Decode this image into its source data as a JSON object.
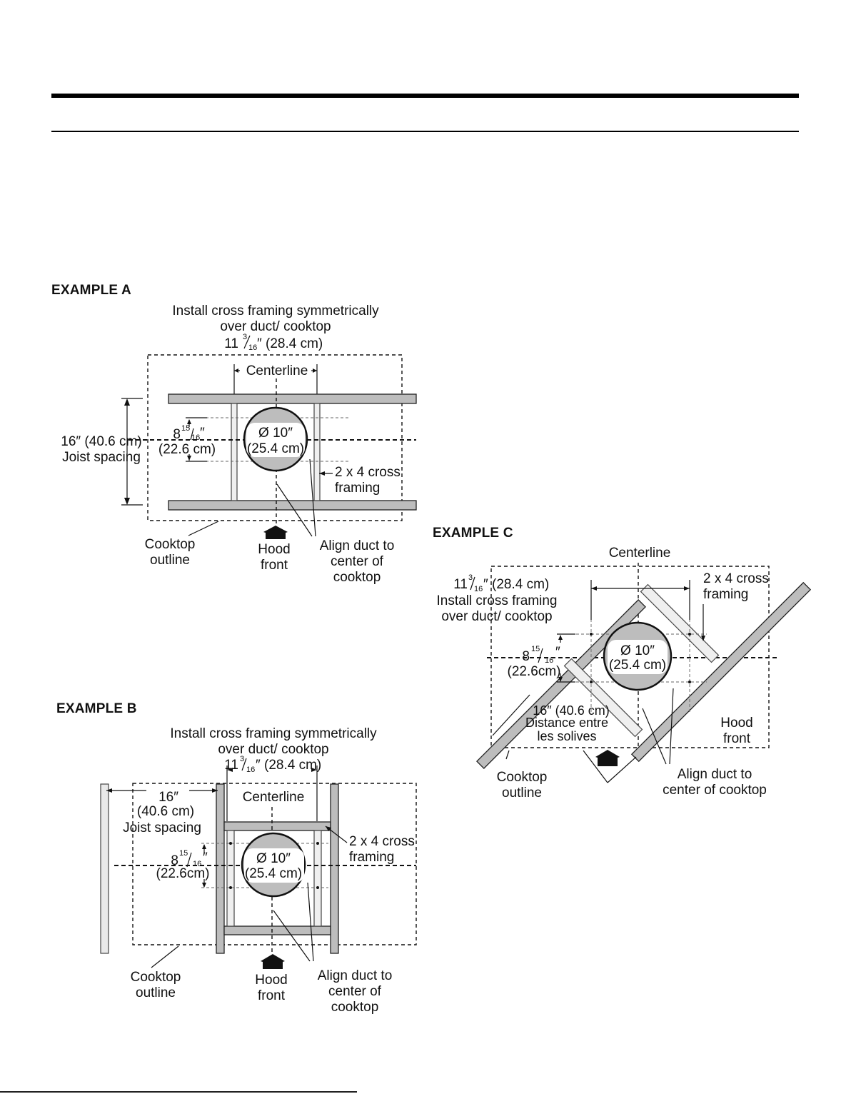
{
  "example_a": {
    "label": "EXAMPLE A",
    "note_line1": "Install cross framing symmetrically",
    "note_line2": "over duct/ cooktop",
    "width_whole": "11",
    "width_num": "3",
    "width_den": "16",
    "width_rest": "″ (28.4 cm)",
    "centerline": "Centerline",
    "duct_dia": "Ø 10″",
    "duct_cm": "(25.4 cm)",
    "joist_line1": "16″ (40.6 cm)",
    "joist_line2": "Joist spacing",
    "depth_whole": "8",
    "depth_num": "15",
    "depth_den": "16",
    "depth_rest": "″",
    "depth_cm": "(22.6 cm)",
    "framing_line1": "2 x 4 cross",
    "framing_line2": "framing",
    "cooktop_line1": "Cooktop",
    "cooktop_line2": "outline",
    "hood_line1": "Hood",
    "hood_line2": "front",
    "align_line1": "Align duct to",
    "align_line2": "center of",
    "align_line3": "cooktop"
  },
  "example_b": {
    "label": "EXAMPLE B",
    "note_line1": "Install cross framing symmetrically",
    "note_line2": "over duct/ cooktop",
    "width_whole": "11",
    "width_num": "3",
    "width_den": "16",
    "width_rest": "″ (28.4 cm)",
    "centerline": "Centerline",
    "joist_line1": "16″",
    "joist_line2": "(40.6 cm)",
    "joist_line3": "Joist spacing",
    "depth_whole": "8",
    "depth_num": "15",
    "depth_den": "16",
    "depth_rest": "″",
    "depth_cm": "(22.6cm)",
    "duct_dia": "Ø 10″",
    "duct_cm": "(25.4 cm)",
    "framing_line1": "2 x 4 cross",
    "framing_line2": "framing",
    "cooktop_line1": "Cooktop",
    "cooktop_line2": "outline",
    "hood_line1": "Hood",
    "hood_line2": "front",
    "align_line1": "Align duct to",
    "align_line2": "center of",
    "align_line3": "cooktop"
  },
  "example_c": {
    "label": "EXAMPLE C",
    "centerline": "Centerline",
    "width_whole": "11",
    "width_num": "3",
    "width_den": "16",
    "width_rest": "″ (28.4 cm)",
    "note_line1": "Install cross framing",
    "note_line2": "over duct/ cooktop",
    "framing_line1": "2 x 4 cross",
    "framing_line2": "framing",
    "depth_whole": "8",
    "depth_num": "15",
    "depth_den": "16",
    "depth_rest": "″",
    "depth_cm": "(22.6cm)",
    "duct_dia": "Ø 10″",
    "duct_cm": "(25.4 cm)",
    "joist_line1": "16″ (40.6 cm)",
    "joist_line2": "Distance entre",
    "joist_line3": "les solives",
    "hood_line1": "Hood",
    "hood_line2": "front",
    "cooktop_line1": "Cooktop",
    "cooktop_line2": "outline",
    "align_line1": "Align duct to",
    "align_line2": "center of cooktop"
  }
}
